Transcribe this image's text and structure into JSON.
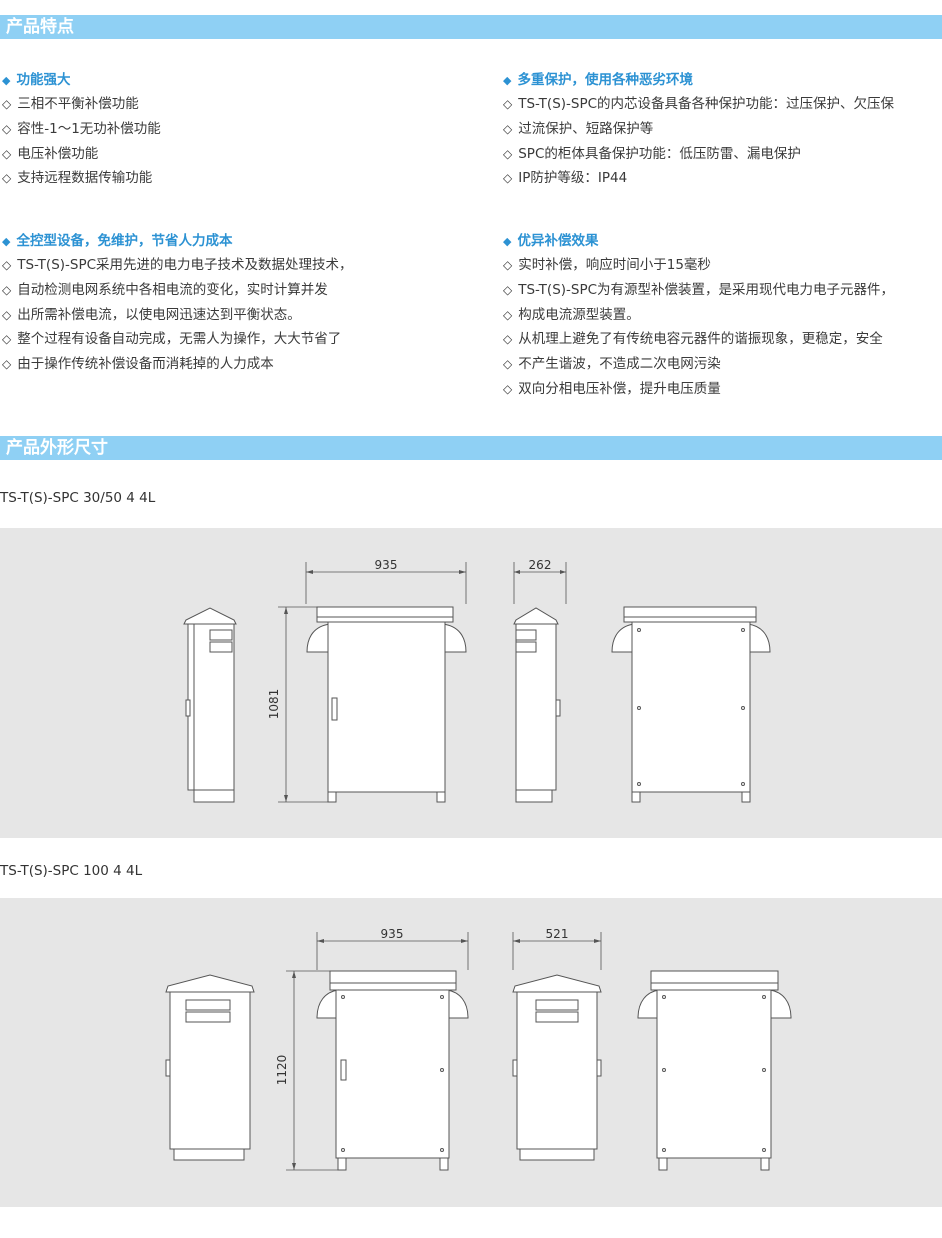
{
  "sections": {
    "features_title": "产品特点",
    "dimensions_title": "产品外形尺寸"
  },
  "features": [
    {
      "title": "功能强大",
      "items": [
        "三相不平衡补偿功能",
        "容性-1～1无功补偿功能",
        "电压补偿功能",
        "支持远程数据传输功能"
      ]
    },
    {
      "title": "多重保护，使用各种恶劣环境",
      "items": [
        "TS-T(S)-SPC的内芯设备具备各种保护功能：过压保护、欠压保",
        "过流保护、短路保护等",
        "SPC的柜体具备保护功能：低压防雷、漏电保护",
        "IP防护等级：IP44"
      ]
    },
    {
      "title": "全控型设备，免维护，节省人力成本",
      "items": [
        "TS-T(S)-SPC采用先进的电力电子技术及数据处理技术，",
        "自动检测电网系统中各相电流的变化，实时计算并发",
        "出所需补偿电流，以使电网迅速达到平衡状态。",
        "整个过程有设备自动完成，无需人为操作，大大节省了",
        "由于操作传统补偿设备而消耗掉的人力成本"
      ]
    },
    {
      "title": "优异补偿效果",
      "items": [
        "实时补偿，响应时间小于15毫秒",
        "TS-T(S)-SPC为有源型补偿装置，是采用现代电力电子元器件，",
        "构成电流源型装置。",
        "从机理上避免了有传统电容元器件的谐振现象，更稳定，安全",
        "不产生谐波，不造成二次电网污染",
        "双向分相电压补偿，提升电压质量"
      ]
    }
  ],
  "models": [
    {
      "name": "TS-T(S)-SPC 30/50 4 4L",
      "width": "935",
      "depth": "262",
      "height": "1081"
    },
    {
      "name": "TS-T(S)-SPC 100 4 4L",
      "width": "935",
      "depth": "521",
      "height": "1120"
    }
  ],
  "glyphs": {
    "title_marker": "◆",
    "item_marker": "◇"
  }
}
